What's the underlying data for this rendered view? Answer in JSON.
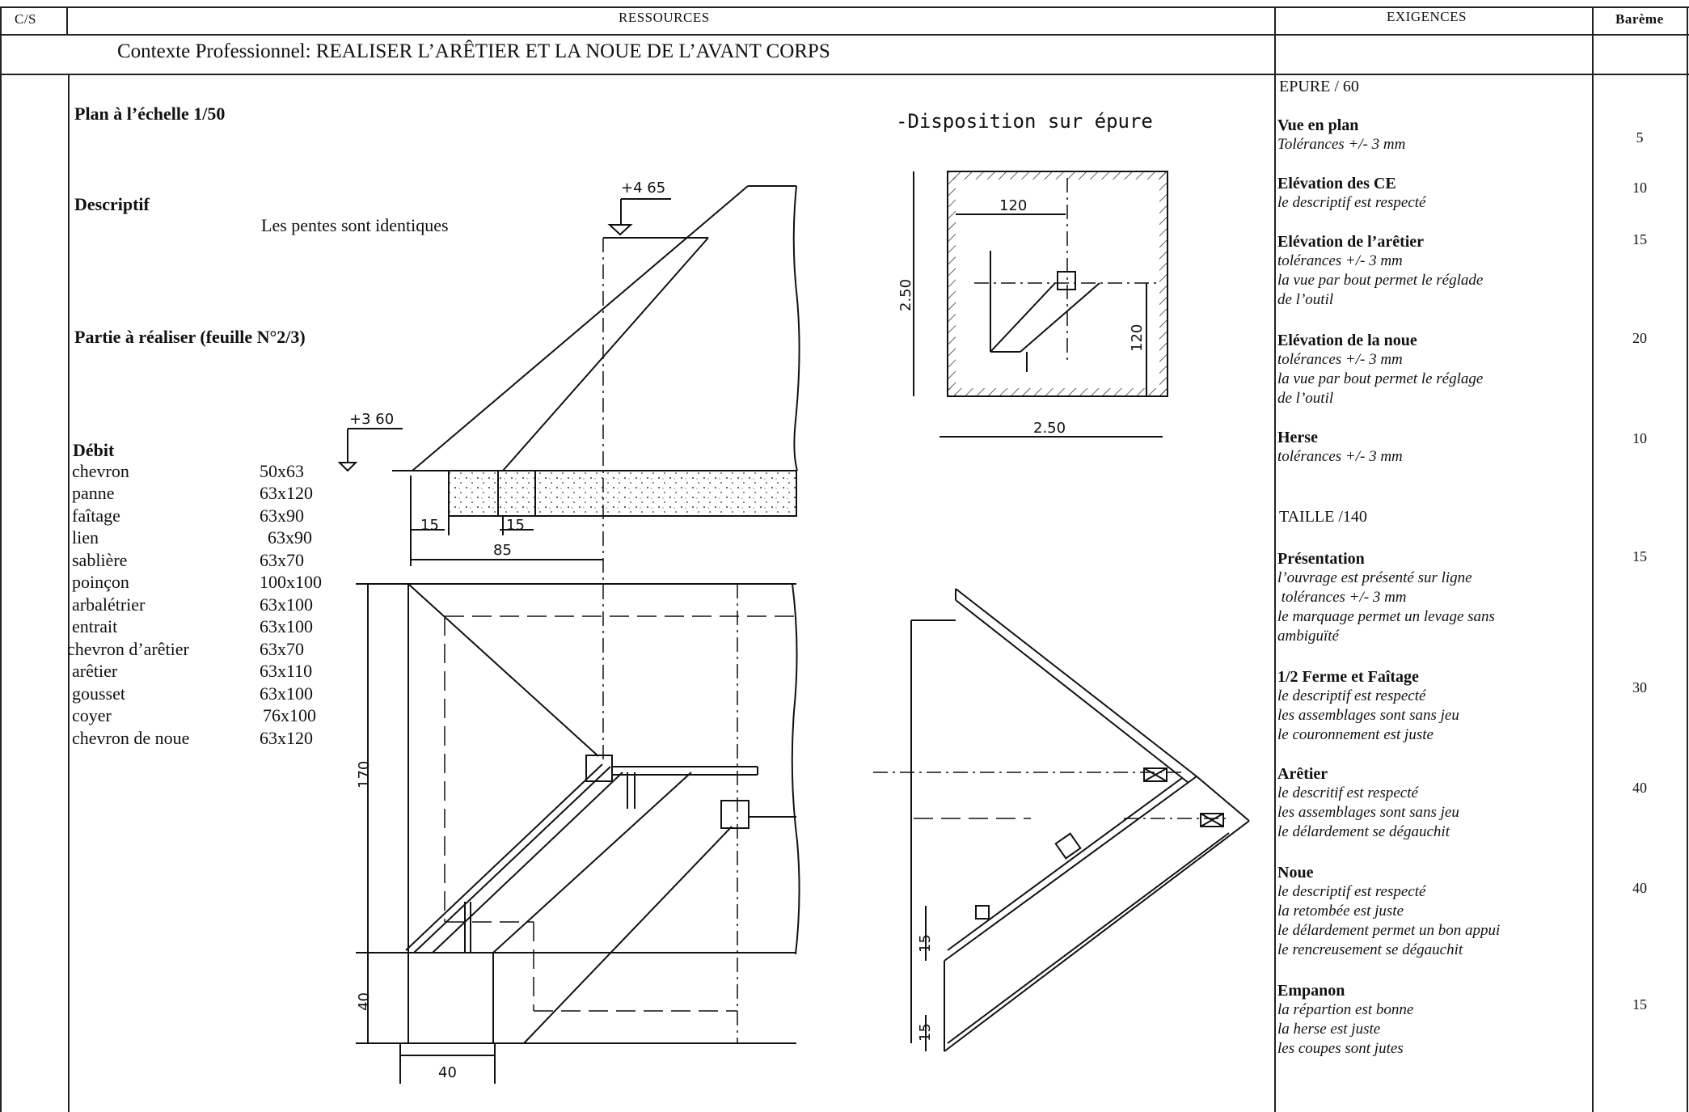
{
  "header": {
    "cs": "C/S",
    "ressources": "RESSOURCES",
    "exigences": "EXIGENCES",
    "bareme": "Barème"
  },
  "context": "Contexte Professionnel: REALISER L’ARÊTIER ET LA NOUE DE  L’AVANT CORPS",
  "left": {
    "plan": "Plan à l’échelle 1/50",
    "descriptif_label": "Descriptif",
    "descriptif_text": "Les pentes sont identiques",
    "partie": "Partie à réaliser (feuille N°2/3)",
    "debit_label": "Débit",
    "debit": [
      {
        "name": "chevron",
        "size": "50x63"
      },
      {
        "name": "panne",
        "size": "63x120"
      },
      {
        "name": "faîtage",
        "size": "63x90"
      },
      {
        "name": "lien",
        "size": "63x90"
      },
      {
        "name": "sablière",
        "size": "63x70"
      },
      {
        "name": "poinçon",
        "size": "100x100"
      },
      {
        "name": "arbalétrier",
        "size": "63x100"
      },
      {
        "name": "entrait",
        "size": "63x100"
      },
      {
        "name": "chevron d’arêtier",
        "size": "63x70"
      },
      {
        "name": "arêtier",
        "size": "63x110"
      },
      {
        "name": "gousset",
        "size": "63x100"
      },
      {
        "name": "coyer",
        "size": "76x100"
      },
      {
        "name": "chevron de noue",
        "size": "63x120"
      }
    ]
  },
  "drawing": {
    "level_top": "+4 65",
    "level_low": "+3 60",
    "dim_15a": "15",
    "dim_15b": "15",
    "dim_85": "85",
    "dim_170": "170",
    "dim_40v": "40",
    "dim_40h": "40",
    "disposition_title": "-Disposition sur  épure",
    "disp_120_top": "120",
    "disp_250_left": "2.50",
    "disp_120_right": "120",
    "disp_250_bottom": "2.50",
    "dim_15c": "15",
    "dim_15d": "15"
  },
  "exigences": {
    "epure_title": "EPURE  / 60",
    "taille_title": "TAILLE  /140",
    "items": [
      {
        "title": "Vue en plan",
        "lines": [
          "Tolérances +/- 3 mm"
        ],
        "score": "5"
      },
      {
        "title": "Elévation des CE",
        "lines": [
          "le descriptif est respecté"
        ],
        "score": "10"
      },
      {
        "title": "Elévation de l’arêtier",
        "lines": [
          "tolérances +/- 3 mm",
          "la vue par bout permet le réglade",
          "de l’outil"
        ],
        "score": "15"
      },
      {
        "title": "Elévation de la noue",
        "lines": [
          "tolérances +/- 3 mm",
          "la vue par bout permet le réglage",
          "de l’outil"
        ],
        "score": "20"
      },
      {
        "title": "Herse",
        "lines": [
          "tolérances +/- 3 mm"
        ],
        "score": "10"
      },
      {
        "title": "Présentation",
        "lines": [
          "l’ouvrage est présenté sur ligne",
          " tolérances +/- 3 mm",
          "le marquage permet  un levage sans",
          "ambiguïté"
        ],
        "score": "15"
      },
      {
        "title": "1/2 Ferme et Faîtage",
        "lines": [
          "le descriptif est respecté",
          "les assemblages sont sans jeu",
          "le couronnement est juste"
        ],
        "score": "30"
      },
      {
        "title": "Arêtier",
        "lines": [
          "le descritif est respecté",
          "les assemblages sont sans jeu",
          "le délardement se dégauchit"
        ],
        "score": "40"
      },
      {
        "title": "Noue",
        "lines": [
          "le descriptif est respecté",
          "la retombée est juste",
          "le délardement permet un bon appui",
          "le rencreusement se dégauchit"
        ],
        "score": "40"
      },
      {
        "title": "Empanon",
        "lines": [
          "la répartion est bonne",
          "la herse est juste",
          "les coupes sont jutes"
        ],
        "score": "15"
      }
    ]
  }
}
